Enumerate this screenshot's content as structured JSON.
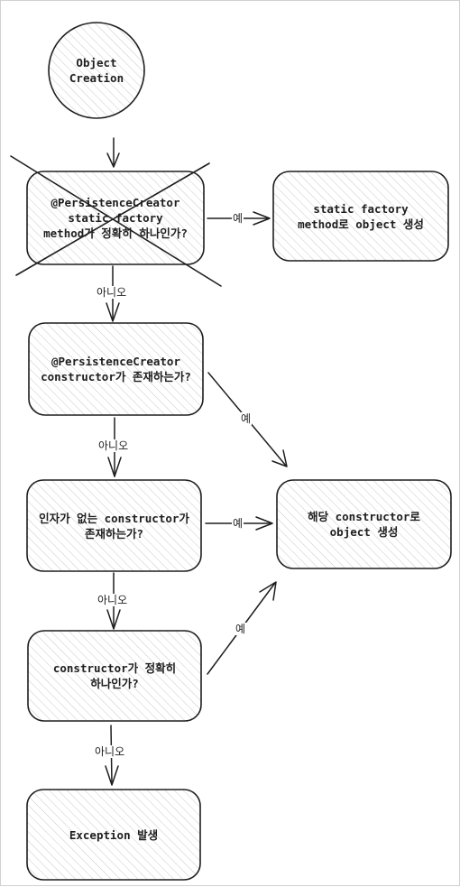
{
  "nodes": {
    "start": "Object\nCreation",
    "q1": "@PersistenceCreator\nstatic factory\nmethod가 정확히 하나인가?",
    "r1": "static factory\nmethod로 object 생성",
    "q2": "@PersistenceCreator\nconstructor가 존재하는가?",
    "q3": "인자가 없는 constructor가\n존재하는가?",
    "r2": "해당 constructor로\nobject 생성",
    "q4": "constructor가 정확히\n하나인가?",
    "end": "Exception 발생"
  },
  "labels": {
    "yes": "예",
    "no": "아니오"
  },
  "q1_crossed_out": true,
  "colors": {
    "stroke": "#1e1e1e",
    "hatch": "#c9c9c9"
  }
}
